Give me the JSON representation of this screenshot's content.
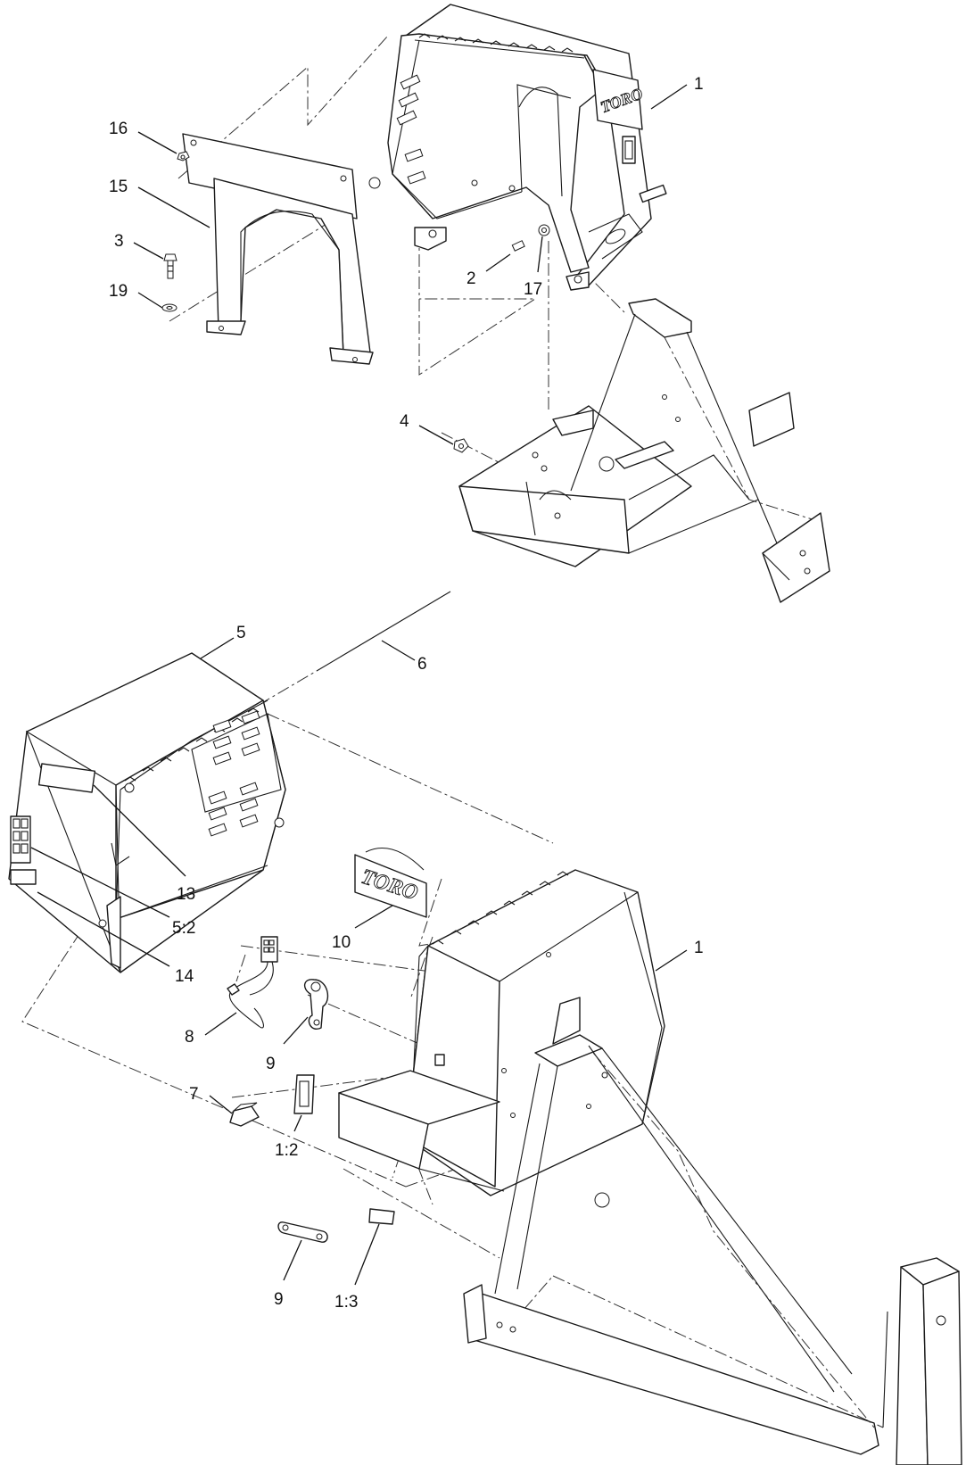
{
  "logo_text": "TORO",
  "callouts": {
    "c1_top": "1",
    "c16": "16",
    "c15": "15",
    "c3": "3",
    "c19": "19",
    "c2": "2",
    "c17": "17",
    "c4": "4",
    "c5": "5",
    "c6": "6",
    "c13": "13",
    "c5_2": "5:2",
    "c14": "14",
    "c10": "10",
    "c1_bottom": "1",
    "c8": "8",
    "c9_upper": "9",
    "c7": "7",
    "c1_2": "1:2",
    "c9_lower": "9",
    "c1_3": "1:3"
  }
}
